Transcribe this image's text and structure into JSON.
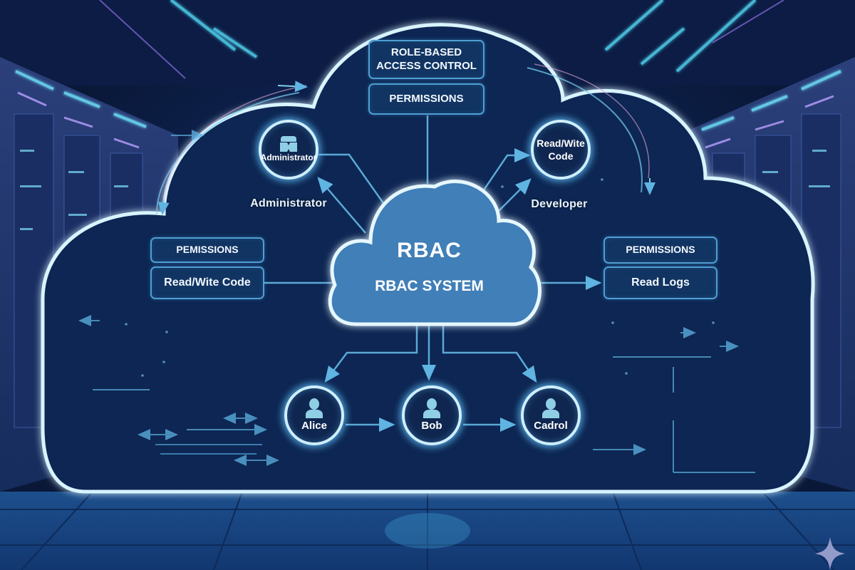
{
  "diagram": {
    "title_box": {
      "line1": "ROLE-BASED",
      "line2": "ACCESS CONTROL"
    },
    "top_permissions": "PERMISSIONS",
    "center": {
      "title": "RBAC",
      "subtitle": "RBAC SYSTEM"
    },
    "roles": [
      {
        "name": "Administrator",
        "inner_label": "Administrator",
        "icon": "admin-group-icon"
      },
      {
        "name": "Developer",
        "inner_label_line1": "Read/Wite",
        "inner_label_line2": "Code"
      }
    ],
    "left_panel": {
      "header": "PEMISSIONS",
      "item": "Read/Wite Code"
    },
    "right_panel": {
      "header": "PERMISSIONS",
      "item": "Read Logs"
    },
    "users": [
      {
        "name": "Alice",
        "icon": "user-icon"
      },
      {
        "name": "Bob",
        "icon": "user-icon"
      },
      {
        "name": "Cadrol",
        "icon": "user-icon"
      }
    ],
    "watermark_icon": "sparkle-icon"
  },
  "colors": {
    "background": "#0a1a3a",
    "cloud_outline": "#cfeeff",
    "glow": "#4fc3f7",
    "line": "#5aa9d6",
    "box_border": "#4f9fd4",
    "server_purple": "#7b5cd6",
    "core_fill": "#3f7fb8"
  }
}
